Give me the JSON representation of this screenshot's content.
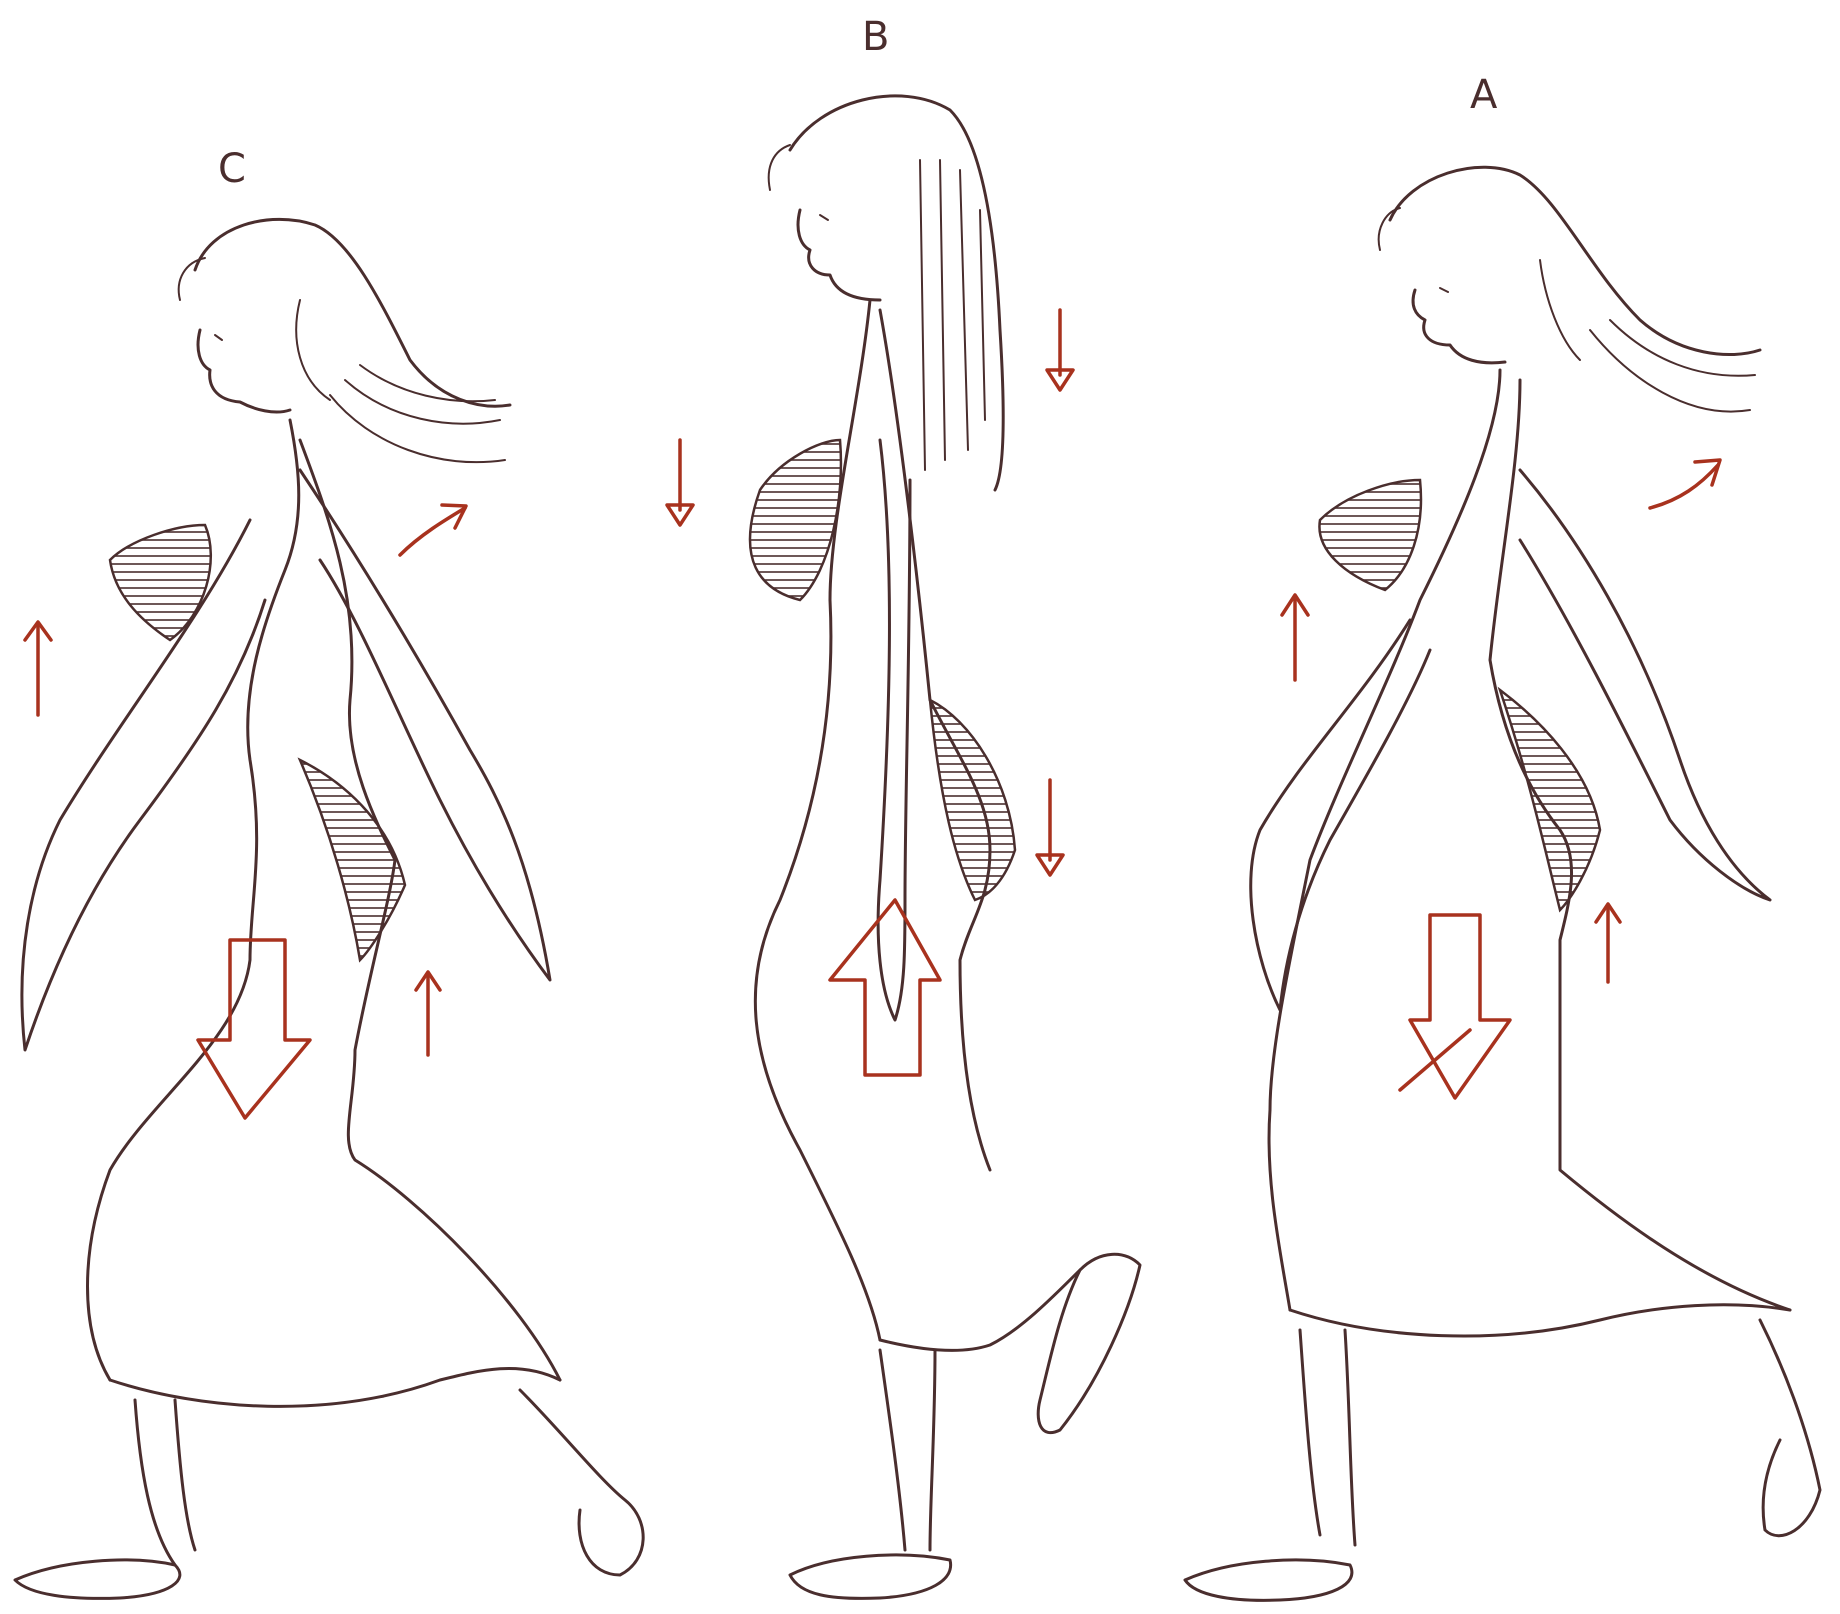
{
  "figure": {
    "labels": {
      "c": "C",
      "b": "B",
      "a": "A"
    },
    "colors": {
      "paper": "#ffffff",
      "ink": "#4a2e2e",
      "arrow": "#a8321e",
      "hatch": "#4a2e2e"
    },
    "elements": [
      "walking-figure-c",
      "walking-figure-b",
      "walking-figure-a",
      "motion-arrows",
      "hatched-accent-shapes"
    ]
  }
}
